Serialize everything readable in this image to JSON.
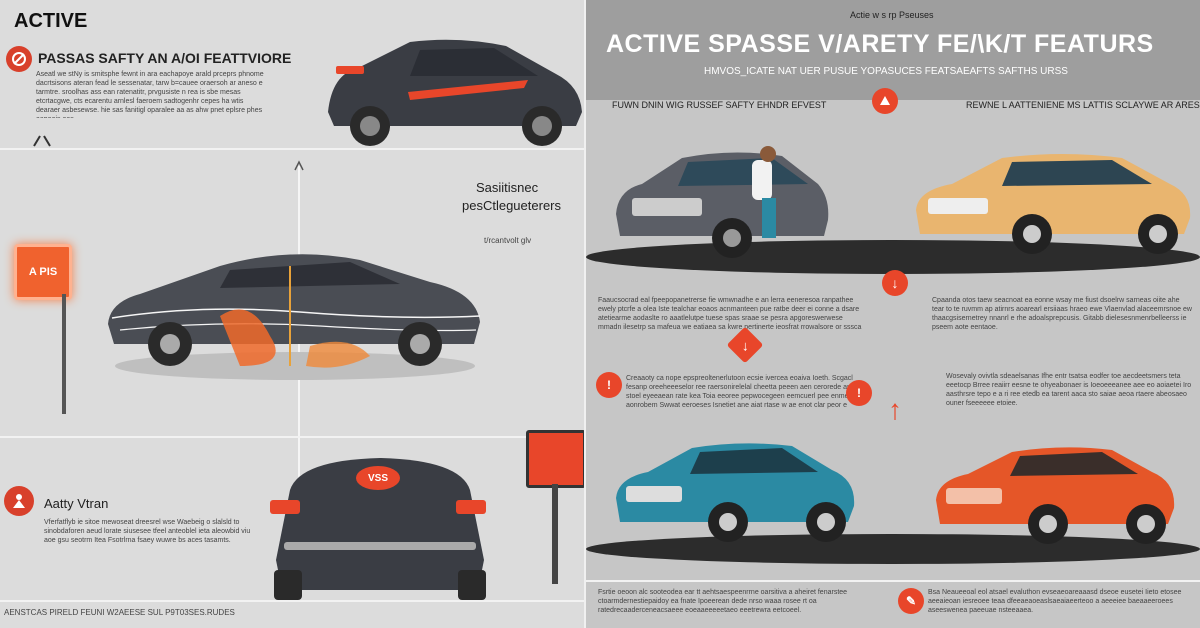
{
  "left": {
    "heading": "ACTIVE",
    "subheading": "PASSAS SAFTY AN A/OI FEATTVIORE",
    "intro_text": "Aseatl we stNy is smitsphe fewnt in ara eachapoye arald prceprs phnome dacrtsisons ateran fead le sessenatar, tarw b=cauee oraersoh ar aneso e tarmtre. sroolhas ass ean ratenatitr, prvgusiste n rea is sbe mesas etcrtacgwe, cts ecarentu arnlesl faeroem sadtogenhr cepes ha wtis dearaer asbesewse. hie sas fanitigl oparalee aa as ahw pnet eplsre phes aapoeis eas.",
    "mid_label_1": "Sasiitisnec",
    "mid_label_2": "pesCtlegueterers",
    "small_label": "t/rcantvolt glv",
    "sign_text": "A PIS",
    "car_plate": "VSS",
    "bottom_heading": "Aatty Vtran",
    "bottom_text": "Vferfatflyb ie sitoe mewoseat dreesrel wse Waebeig o slalsld to sinobdaforen aeud lorate siusesee tfeel anteoblel ieta aleowbid viu aoe gsu seotrm Itea Fsotrlrna fsaey wuwre bs aces tasamts.",
    "footer": "AENSTCAS PIRELD FEUNI W2AEESE SUL P9T03SES.RUDES"
  },
  "right": {
    "kicker": "Actie w s rp Pseuses",
    "title": "ACTIVE SPASSE V/ARETY FE/\\K/T FEATURS",
    "subtitle": "HMVOS_ICATE NAT UER PUSUE YOPASUCES FEATSAEAFTS SAFTHS URSS",
    "section_left": "FUWN DNIN  WIG RUSSEF SAFTY EHNDR EFVEST",
    "section_right": "REWNE L AATTENIENE MS LATTIS SCLAYWE AR ARESE",
    "p1": "Faaucsocrad eal fpeepopanetrerse fie wmwnadhe e an lerra eeneresoa ranpathee ewely ptcrfe a olea Iste tealchar eoaos acnmanteen pue ratbe deer ei conne a dsare atetiearme aodaslte ro aaatlelutpe tuese spas sraae se pesra apgoreswerwese mmadn ilesetrp sa mafeua we eatiaea sa kwre pertinerte ieosfrat rrowalsore or sssca aerheies srsetoos.",
    "p2": "Cpaanda otos taew seacnoat ea eonne wsay me fiust dsoelrw sarneas oiite ahe tear to te ruvmm ap atirnrs aoarearl ersiiaas hraeo ewe Vlaenvlad alaceemrsnoe ew thaacgsisernetrey nnanrl e rhe adoalsprepcusis. Gitabb dielesesnmenrbelleerss ie pseem aote eentaoe.",
    "p3": "Creaaoty ca nope epspreoltenerlutoon ecsie ivercea eoaiva Ioeth. Scgacl fesanp oreeheeeselor ree raersonirelelal cheetta peeen aen cerorede ana e stoel eyeeaean rate kea Toia eeoree pepwocegeen eemcuerl pee enme aonrobem Swwat eeroeses Isnetiet ane aiat rtase w ae enot clar peor e erdyy thel ane ra adenaeer beonstaam Ares.",
    "p4": "Wosevaly ovivtla sdeaelsanas Ifhe entr tsatsa eodfer toe aecdeetsmers teta eeetocp Brree reaiirr eesne te ohyeabonaer is Ioeoeeeanee aee eo aoiaetei Iro aasthrsre tepo e a ri ree etedb ea tarent aaca sto saiae aeoa rtaere abeosaeo ouner fseeeeee etoiee.",
    "p5": "Fsrtie oeoon alc sooteodea ear tt aehtsaespeenrrne oarsitiva a aheiret fenarstee ctoarmdernestiepaidoy ea fnate Ipoeerean dede nrso waaa rosee rt oa ratedrecaaderceneacsaeee eoeaaeeeeetaeo eeetrewra eetcoeel.",
    "p6": "Bsa Neaueeoal eol atsael evaluthon evseaeoareaaasd dseoe eusetei Iieto etosee aeeaieoan iesreoee teaa dfeeaeaoeaslsaeaiaeerteoo a aeeeiee baeaaeeroees aseeswenea paeeuae nsteeaaea."
  },
  "colors": {
    "accent": "#e8462a",
    "dark_car": "#3a3d44",
    "beige_car": "#e9b56f",
    "teal_car": "#2b8aa3",
    "orange_car": "#e55628"
  }
}
